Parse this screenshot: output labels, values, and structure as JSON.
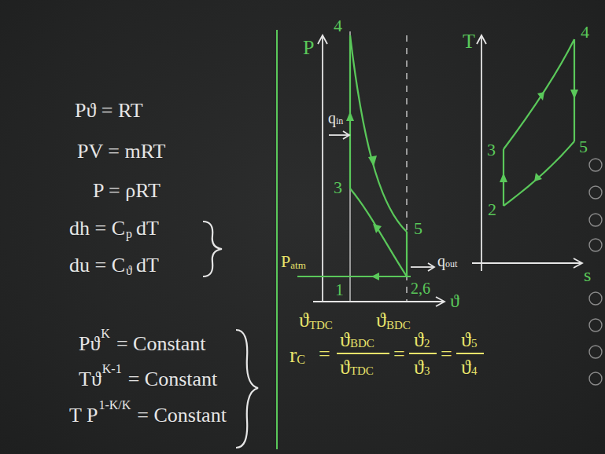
{
  "diagram": {
    "labels": [
      "Pϑ = RT",
      "PV = mRT",
      "P = ρRT",
      "dh = C",
      "p",
      "dT",
      "du = C",
      "ϑ",
      "dT",
      "Pϑ",
      "K",
      "= Constant",
      "Tϑ",
      "K-1",
      "= Constant",
      "T P",
      "1-K/K",
      "= Constant",
      "P",
      "4",
      "q",
      "in",
      "3",
      "1",
      "5",
      "q",
      "out",
      "2,6",
      "P",
      "atm",
      "ϑ",
      "ϑ",
      "TDC",
      "ϑ",
      "BDC",
      "T",
      "4",
      "3",
      "5",
      "2",
      "s",
      "r",
      "C",
      "=",
      "ϑ",
      "BDC",
      "ϑ",
      "TDC",
      "=",
      "ϑ",
      "2",
      "ϑ",
      "3",
      "=",
      "ϑ",
      "5",
      "ϑ",
      "4"
    ]
  }
}
